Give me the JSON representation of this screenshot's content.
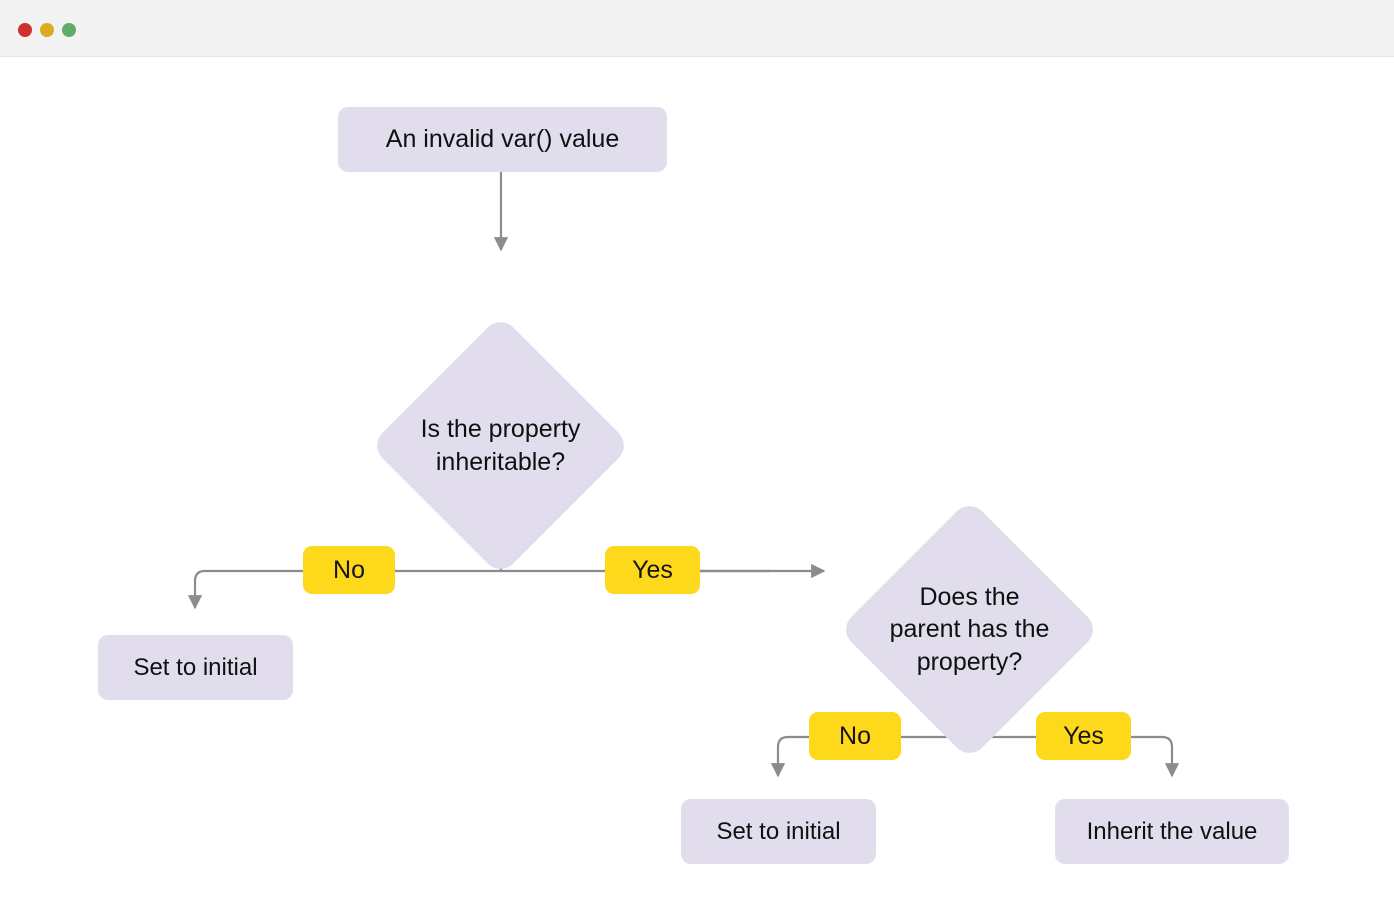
{
  "window": {
    "traffic_lights": [
      {
        "name": "close",
        "color": "#cf3030"
      },
      {
        "name": "minimize",
        "color": "#ddaa22"
      },
      {
        "name": "zoom",
        "color": "#63ab6c"
      }
    ]
  },
  "theme": {
    "node_fill": "#e1ddec",
    "label_fill": "#fed81a",
    "connector": "#8c8c8c",
    "text": "#101010",
    "titlebar": "#f3f3f3",
    "canvas": "#ffffff"
  },
  "chart_data": {
    "type": "diagram",
    "title": "An invalid var() value resolution flowchart",
    "nodes": [
      {
        "id": "start",
        "shape": "rounded-rect",
        "label": "An invalid var() value"
      },
      {
        "id": "q1",
        "shape": "diamond",
        "label": "Is the property\ninheritable?"
      },
      {
        "id": "q1-no-result",
        "shape": "rounded-rect",
        "label": "Set to initial"
      },
      {
        "id": "q2",
        "shape": "diamond",
        "label": "Does the\nparent has the\nproperty?"
      },
      {
        "id": "q2-no-result",
        "shape": "rounded-rect",
        "label": "Set to initial"
      },
      {
        "id": "q2-yes-result",
        "shape": "rounded-rect",
        "label": "Inherit the value"
      }
    ],
    "edges": [
      {
        "from": "start",
        "to": "q1",
        "label": ""
      },
      {
        "from": "q1",
        "to": "q1-no-result",
        "label": "No"
      },
      {
        "from": "q1",
        "to": "q2",
        "label": "Yes"
      },
      {
        "from": "q2",
        "to": "q2-no-result",
        "label": "No"
      },
      {
        "from": "q2",
        "to": "q2-yes-result",
        "label": "Yes"
      }
    ]
  },
  "flow": {
    "start": {
      "text": "An invalid var() value"
    },
    "question_1": {
      "text": "Is the property\ninheritable?"
    },
    "question_1_no_label": {
      "text": "No"
    },
    "question_1_yes_label": {
      "text": "Yes"
    },
    "question_1_no_result": {
      "text": "Set to initial"
    },
    "question_2": {
      "text": "Does the\nparent has the\nproperty?"
    },
    "question_2_no_label": {
      "text": "No"
    },
    "question_2_yes_label": {
      "text": "Yes"
    },
    "question_2_no_result": {
      "text": "Set to initial"
    },
    "question_2_yes_result": {
      "text": "Inherit the value"
    }
  }
}
